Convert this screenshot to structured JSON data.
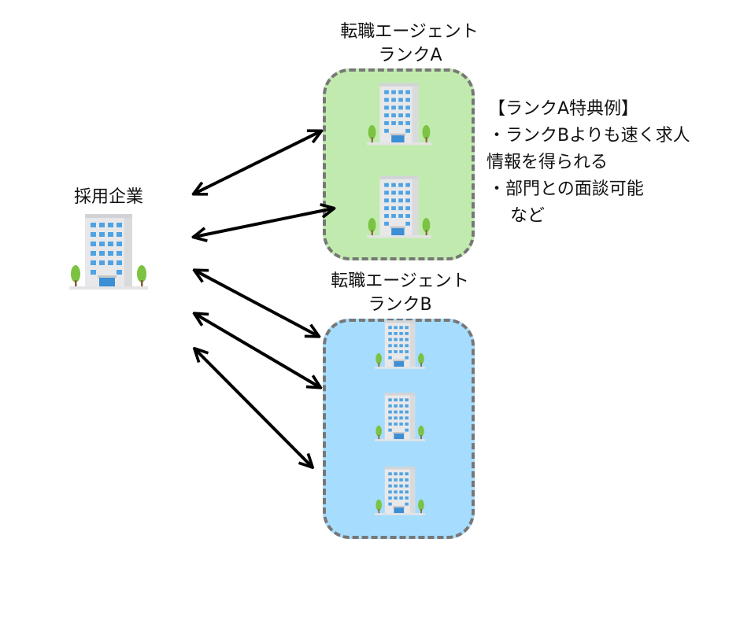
{
  "company": {
    "label": "採用企業"
  },
  "agent_a": {
    "title_line1": "転職エージェント",
    "title_line2": "ランクA",
    "fill": "#c1ebae"
  },
  "agent_b": {
    "title_line1": "転職エージェント",
    "title_line2": "ランクB",
    "fill": "#a6dcfd"
  },
  "perks": {
    "heading": "【ランクA特典例】",
    "line1": "・ランクBよりも速く求人",
    "line2": "情報を得られる",
    "line3": "・部門との面談可能",
    "line4": "など"
  },
  "icons": [
    "office-building-icon",
    "tree-icon",
    "double-arrow-icon"
  ]
}
